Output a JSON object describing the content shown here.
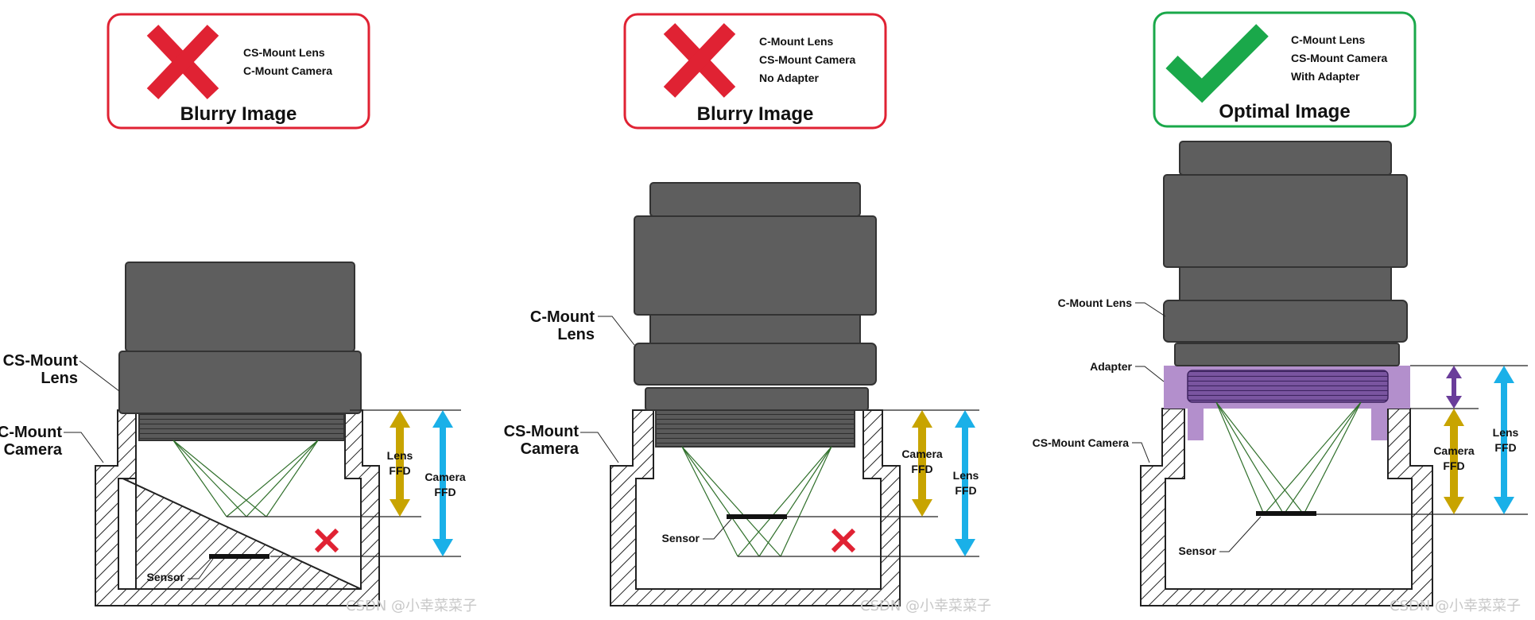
{
  "panels": [
    {
      "status": "bad",
      "box_color": "#e02233",
      "notes": [
        "CS-Mount Lens",
        "C-Mount Camera"
      ],
      "headline": "Blurry Image",
      "lens_label": [
        "CS-Mount",
        "Lens"
      ],
      "camera_label": [
        "C-Mount",
        "Camera"
      ],
      "sensor_label": "Sensor",
      "arrow_inner": [
        "Lens",
        "FFD"
      ],
      "arrow_outer": [
        "Camera",
        "FFD"
      ]
    },
    {
      "status": "bad",
      "box_color": "#e02233",
      "notes": [
        "C-Mount Lens",
        "CS-Mount Camera",
        "No Adapter"
      ],
      "headline": "Blurry Image",
      "lens_label": [
        "C-Mount",
        "Lens"
      ],
      "camera_label": [
        "CS-Mount",
        "Camera"
      ],
      "sensor_label": "Sensor",
      "arrow_inner": [
        "Camera",
        "FFD"
      ],
      "arrow_outer": [
        "Lens",
        "FFD"
      ]
    },
    {
      "status": "good",
      "box_color": "#1aa84a",
      "notes": [
        "C-Mount Lens",
        "CS-Mount Camera",
        "With Adapter"
      ],
      "headline": "Optimal Image",
      "lens_label": "C-Mount Lens",
      "adapter_label": "Adapter",
      "camera_label": "CS-Mount Camera",
      "sensor_label": "Sensor",
      "arrow_inner": [
        "Camera",
        "FFD"
      ],
      "arrow_outer": [
        "Lens",
        "FFD"
      ]
    }
  ],
  "watermark": "CSDN @小幸菜菜子",
  "colors": {
    "lens_dark": "#5e5e5e",
    "lens_mid": "#6b6b6b",
    "thread": "#4d4d4d",
    "gold_arrow": "#c8a400",
    "blue_arrow": "#1ab0e8",
    "purple_arrow": "#6a3d9a",
    "adapter": "#b38fcc",
    "ray": "#2f6f2a",
    "cross": "#e02233",
    "check": "#1aa84a"
  }
}
